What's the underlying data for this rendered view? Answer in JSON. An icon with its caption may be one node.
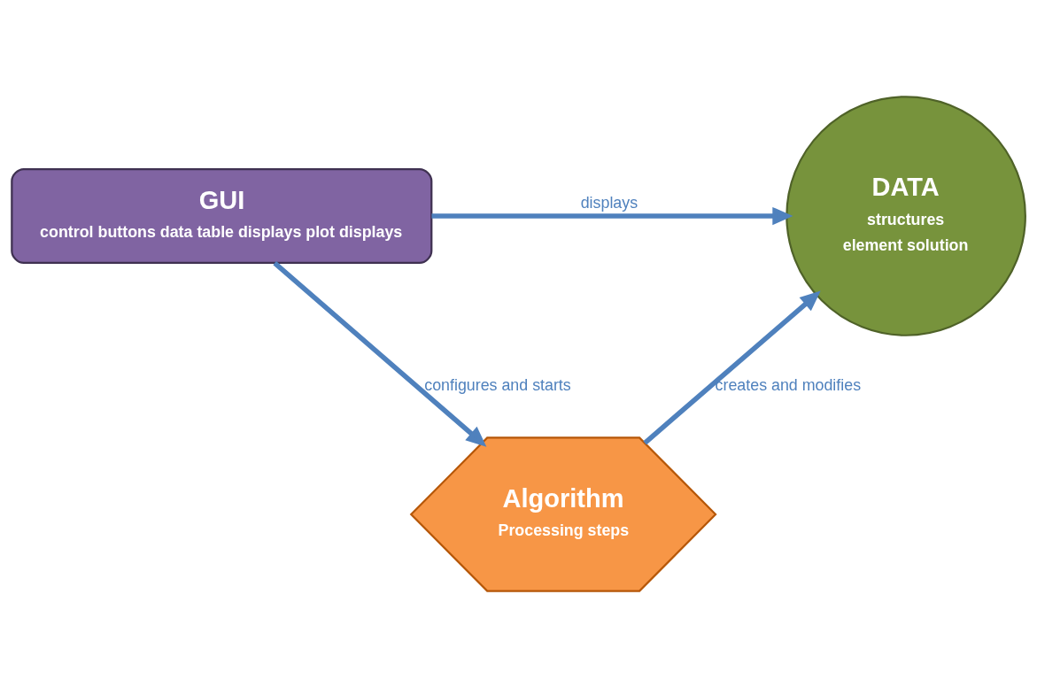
{
  "diagram": {
    "nodes": [
      {
        "text": [
          "GUI",
          "control buttons data table displays plot displays"
        ]
      },
      {
        "text": [
          "DATA",
          "structures",
          "element solution"
        ]
      },
      {
        "text": [
          "Algorithm",
          "Processing steps"
        ]
      }
    ],
    "edges": [
      {
        "from": 0,
        "to": 1,
        "arrow": "to",
        "label": "displays"
      },
      {
        "from": 0,
        "to": 2,
        "arrow": "to",
        "label": "configures and starts"
      },
      {
        "from": 2,
        "to": 1,
        "arrow": "to",
        "label": "creates and modifies"
      }
    ]
  }
}
